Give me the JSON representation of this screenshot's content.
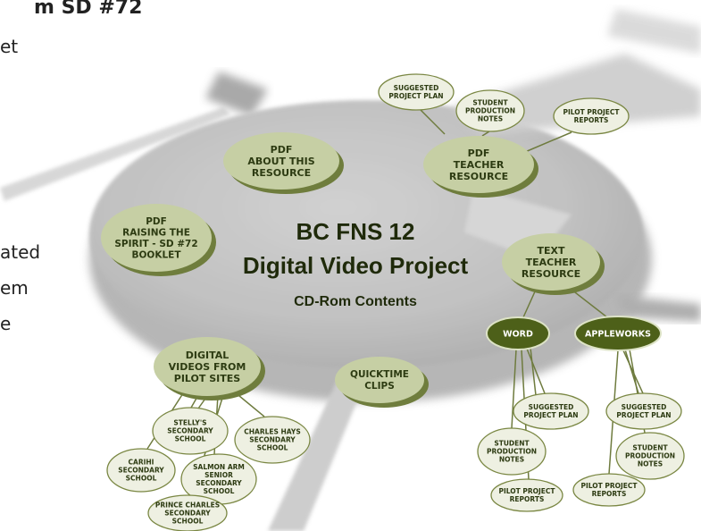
{
  "left_text": {
    "heading_fragment": "m SD #72",
    "line_booklet": "et",
    "line_ated": "ated",
    "line_em": "em",
    "line_e": "e"
  },
  "title": {
    "line1": "BC FNS 12",
    "line2": "Digital Video Project",
    "subtitle": "CD-Rom Contents"
  },
  "nodes": {
    "pdf_about": [
      "PDF",
      "ABOUT THIS",
      "RESOURCE"
    ],
    "pdf_raising": [
      "PDF",
      "RAISING THE",
      "SPIRIT - SD #72",
      "BOOKLET"
    ],
    "pdf_teacher": [
      "PDF",
      "TEACHER",
      "RESOURCE"
    ],
    "suggested_plan_top": [
      "SUGGESTED",
      "PROJECT PLAN"
    ],
    "student_notes_top": [
      "STUDENT",
      "PRODUCTION",
      "NOTES"
    ],
    "pilot_reports_top": [
      "PILOT PROJECT",
      "REPORTS"
    ],
    "text_teacher": [
      "TEXT",
      "TEACHER",
      "RESOURCE"
    ],
    "word": [
      "WORD"
    ],
    "appleworks": [
      "APPLEWORKS"
    ],
    "word_suggested": [
      "SUGGESTED",
      "PROJECT PLAN"
    ],
    "word_student": [
      "STUDENT",
      "PRODUCTION",
      "NOTES"
    ],
    "word_pilot": [
      "PILOT PROJECT",
      "REPORTS"
    ],
    "apple_suggested": [
      "SUGGESTED",
      "PROJECT PLAN"
    ],
    "apple_student": [
      "STUDENT",
      "PRODUCTION",
      "NOTES"
    ],
    "apple_pilot": [
      "PILOT PROJECT",
      "REPORTS"
    ],
    "digital_videos": [
      "DIGITAL",
      "VIDEOS FROM",
      "PILOT SITES"
    ],
    "quicktime": [
      "QUICKTIME",
      "CLIPS"
    ],
    "stellys": [
      "STELLY'S",
      "SECONDARY",
      "SCHOOL"
    ],
    "charles_hays": [
      "CHARLES HAYS",
      "SECONDARY",
      "SCHOOL"
    ],
    "carihi": [
      "CARIHI",
      "SECONDARY",
      "SCHOOL"
    ],
    "salmon_arm": [
      "SALMON ARM",
      "SENIOR",
      "SECONDARY",
      "SCHOOL"
    ],
    "prince_charles": [
      "PRINCE CHARLES",
      "SECONDARY",
      "SCHOOL"
    ]
  },
  "colors": {
    "big_node_fill": "#c6cfa4",
    "big_node_shadow": "#6f7d3d",
    "small_node_fill": "#eef0e2",
    "small_node_stroke": "#7a8743",
    "dark_node_fill": "#4d6019",
    "dark_node_stroke": "#dde3c6",
    "connector": "#6e7b3e",
    "disc": "#b8b8b8"
  }
}
